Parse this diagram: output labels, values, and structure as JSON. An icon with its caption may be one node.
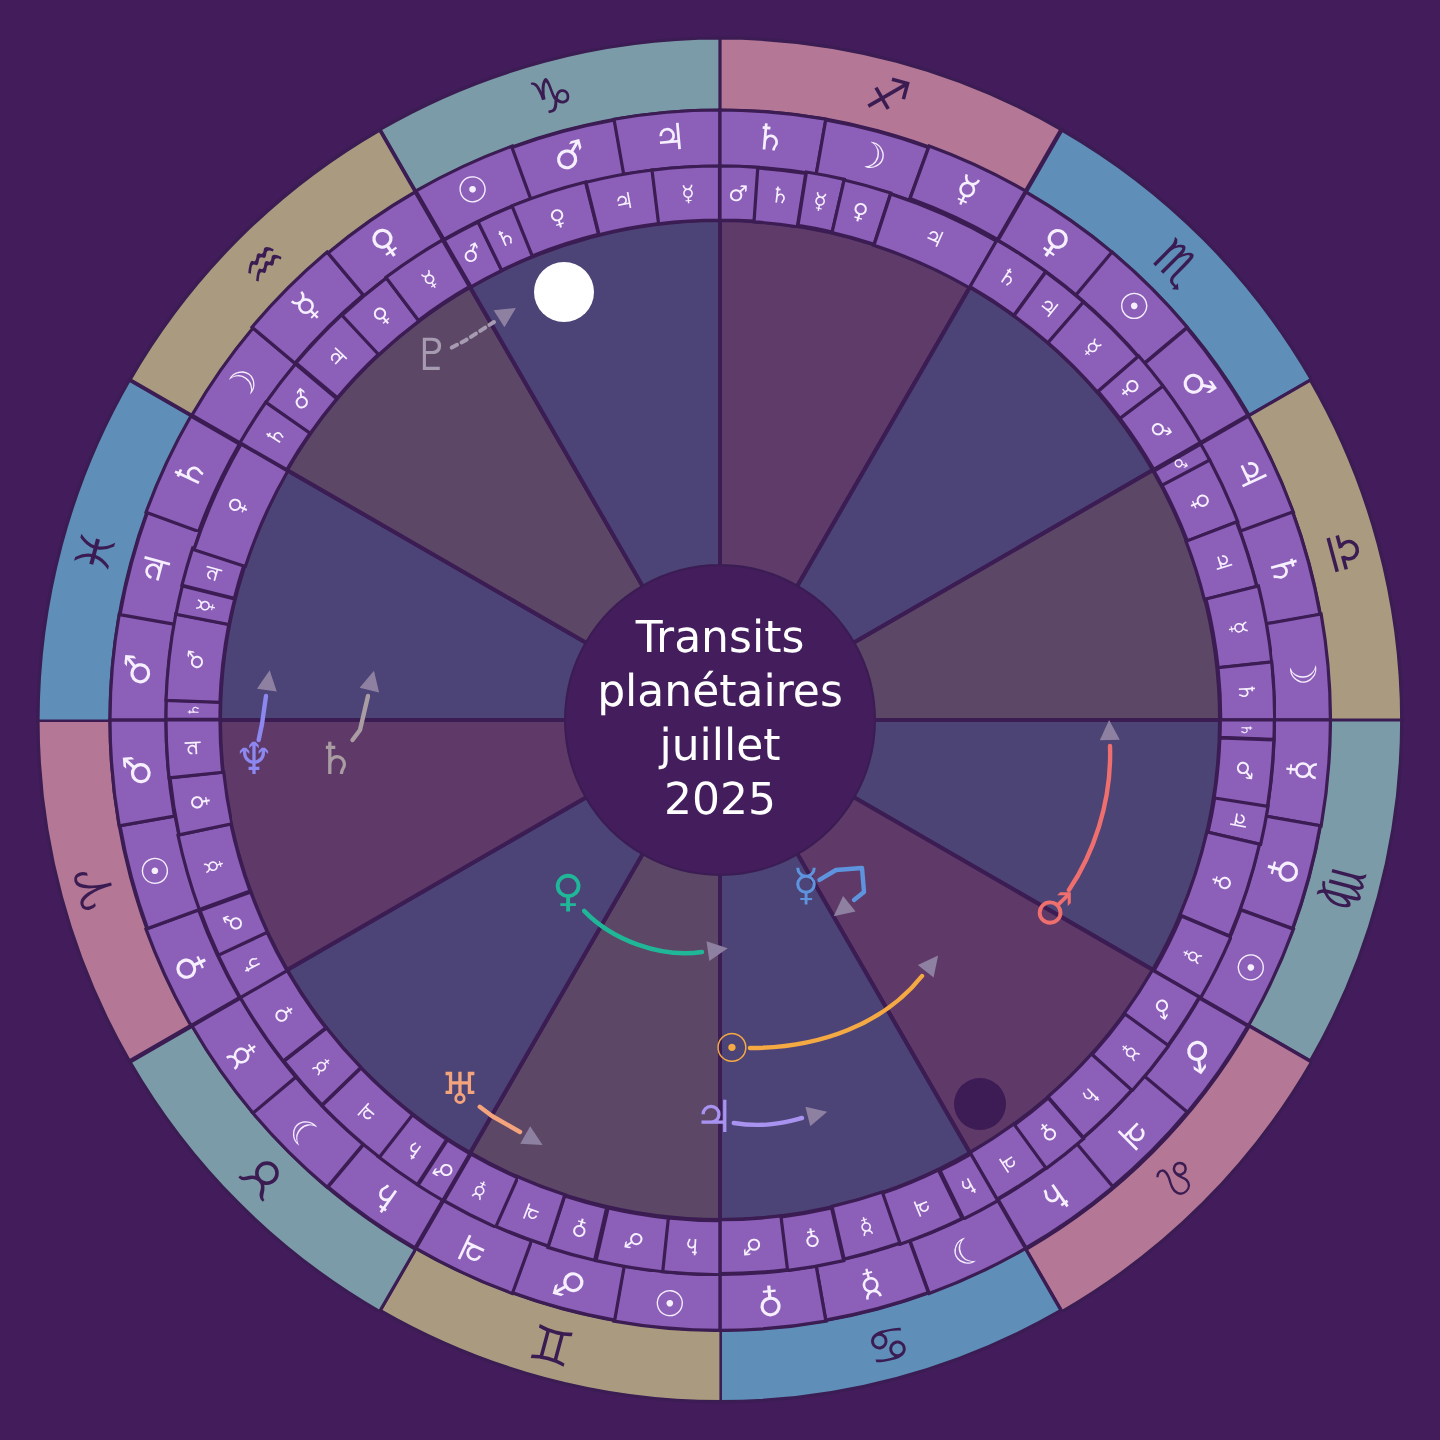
{
  "diagram": {
    "nodes": [
      {
        "text": [
          "Transits planétaires juillet 2025"
        ]
      },
      {
        "text": [
          "♑︎"
        ]
      },
      {
        "text": [
          "♐︎"
        ]
      },
      {
        "text": [
          "♏︎"
        ]
      },
      {
        "text": [
          "♎︎"
        ]
      },
      {
        "text": [
          "♍︎"
        ]
      },
      {
        "text": [
          "♌︎"
        ]
      },
      {
        "text": [
          "♋︎"
        ]
      },
      {
        "text": [
          "♊︎"
        ]
      },
      {
        "text": [
          "♉︎"
        ]
      },
      {
        "text": [
          "♈︎"
        ]
      },
      {
        "text": [
          "♓︎"
        ]
      },
      {
        "text": [
          "♒︎"
        ]
      },
      {
        "text": [
          "☉"
        ]
      },
      {
        "text": [
          "♂"
        ]
      },
      {
        "text": [
          "♃"
        ]
      },
      {
        "text": [
          "♄"
        ]
      },
      {
        "text": [
          "☽"
        ]
      },
      {
        "text": [
          "☿"
        ]
      },
      {
        "text": [
          "♀"
        ]
      },
      {
        "text": [
          "☉"
        ]
      },
      {
        "text": [
          "♂"
        ]
      },
      {
        "text": [
          "♃"
        ]
      },
      {
        "text": [
          "♄"
        ]
      },
      {
        "text": [
          "☽"
        ]
      },
      {
        "text": [
          "☿"
        ]
      },
      {
        "text": [
          "♀"
        ]
      },
      {
        "text": [
          "☉"
        ]
      },
      {
        "text": [
          "♂"
        ]
      },
      {
        "text": [
          "♃"
        ]
      },
      {
        "text": [
          "♄"
        ]
      },
      {
        "text": [
          "☽"
        ]
      },
      {
        "text": [
          "☿"
        ]
      },
      {
        "text": [
          "♀"
        ]
      },
      {
        "text": [
          "☉"
        ]
      },
      {
        "text": [
          "♂"
        ]
      },
      {
        "text": [
          "♃"
        ]
      },
      {
        "text": [
          "♄"
        ]
      },
      {
        "text": [
          "☽"
        ]
      },
      {
        "text": [
          "☿"
        ]
      },
      {
        "text": [
          "♀"
        ]
      },
      {
        "text": [
          "☉"
        ]
      },
      {
        "text": [
          "♂"
        ]
      },
      {
        "text": [
          "♂"
        ]
      },
      {
        "text": [
          "♃"
        ]
      },
      {
        "text": [
          "♄"
        ]
      },
      {
        "text": [
          "☽"
        ]
      },
      {
        "text": [
          "☿"
        ]
      },
      {
        "text": [
          "♀"
        ]
      },
      {
        "text": [
          "♂"
        ]
      },
      {
        "text": [
          "♄"
        ]
      },
      {
        "text": [
          "♀"
        ]
      },
      {
        "text": [
          "♃"
        ]
      },
      {
        "text": [
          "☿"
        ]
      },
      {
        "text": [
          "♂"
        ]
      },
      {
        "text": [
          "♄"
        ]
      },
      {
        "text": [
          "☿"
        ]
      },
      {
        "text": [
          "♀"
        ]
      },
      {
        "text": [
          "♃"
        ]
      },
      {
        "text": [
          "♄"
        ]
      },
      {
        "text": [
          "♃"
        ]
      },
      {
        "text": [
          "☿"
        ]
      },
      {
        "text": [
          "♀"
        ]
      },
      {
        "text": [
          "♂"
        ]
      },
      {
        "text": [
          "♂"
        ]
      },
      {
        "text": [
          "♀"
        ]
      },
      {
        "text": [
          "♃"
        ]
      },
      {
        "text": [
          "☿"
        ]
      },
      {
        "text": [
          "♄"
        ]
      },
      {
        "text": [
          "♄"
        ]
      },
      {
        "text": [
          "♂"
        ]
      },
      {
        "text": [
          "♃"
        ]
      },
      {
        "text": [
          "♀"
        ]
      },
      {
        "text": [
          "☿"
        ]
      },
      {
        "text": [
          "♂"
        ]
      },
      {
        "text": [
          "☿"
        ]
      },
      {
        "text": [
          "♄"
        ]
      },
      {
        "text": [
          "♀"
        ]
      },
      {
        "text": [
          "♃"
        ]
      },
      {
        "text": [
          "♄"
        ]
      },
      {
        "text": [
          "♃"
        ]
      },
      {
        "text": [
          "☿"
        ]
      },
      {
        "text": [
          "♀"
        ]
      },
      {
        "text": [
          "♂"
        ]
      },
      {
        "text": [
          "♄"
        ]
      },
      {
        "text": [
          "♂"
        ]
      },
      {
        "text": [
          "♀"
        ]
      },
      {
        "text": [
          "♃"
        ]
      },
      {
        "text": [
          "☿"
        ]
      },
      {
        "text": [
          "♂"
        ]
      },
      {
        "text": [
          "♄"
        ]
      },
      {
        "text": [
          "♃"
        ]
      },
      {
        "text": [
          "☿"
        ]
      },
      {
        "text": [
          "♀"
        ]
      },
      {
        "text": [
          "♄"
        ]
      },
      {
        "text": [
          "♂"
        ]
      },
      {
        "text": [
          "☿"
        ]
      },
      {
        "text": [
          "♀"
        ]
      },
      {
        "text": [
          "♃"
        ]
      },
      {
        "text": [
          "♄"
        ]
      },
      {
        "text": [
          "♂"
        ]
      },
      {
        "text": [
          "☿"
        ]
      },
      {
        "text": [
          "♃"
        ]
      },
      {
        "text": [
          "♀"
        ]
      },
      {
        "text": [
          "♄"
        ]
      },
      {
        "text": [
          "♂"
        ]
      },
      {
        "text": [
          "♃"
        ]
      },
      {
        "text": [
          "♀"
        ]
      },
      {
        "text": [
          "☿"
        ]
      },
      {
        "text": [
          "♇"
        ]
      },
      {
        "text": [
          "♆"
        ]
      },
      {
        "text": [
          "♄"
        ]
      },
      {
        "text": [
          "♀"
        ]
      },
      {
        "text": [
          "☿"
        ]
      },
      {
        "text": [
          "♂"
        ]
      },
      {
        "text": [
          "☉"
        ]
      },
      {
        "text": [
          "♅"
        ]
      },
      {
        "text": [
          "♃"
        ]
      }
    ],
    "edges": [
      {
        "from": 109,
        "to": null,
        "arrow": "to",
        "style": "dashed",
        "color": "#a69bb0"
      },
      {
        "from": 110,
        "to": null,
        "arrow": "to",
        "color": "#8c88f0"
      },
      {
        "from": 111,
        "to": null,
        "arrow": "to",
        "color": "#a99ca2"
      },
      {
        "from": 112,
        "to": null,
        "arrow": "to",
        "color": "#20b698"
      },
      {
        "from": 113,
        "to": null,
        "arrow": "to",
        "color": "#5e93de"
      },
      {
        "from": 114,
        "to": null,
        "arrow": "to",
        "color": "#ef6f6e"
      },
      {
        "from": 115,
        "to": null,
        "arrow": "to",
        "color": "#f4a943"
      },
      {
        "from": 116,
        "to": null,
        "arrow": "to",
        "color": "#f3a47c"
      },
      {
        "from": 117,
        "to": null,
        "arrow": "to",
        "color": "#a993f0"
      }
    ]
  }
}
